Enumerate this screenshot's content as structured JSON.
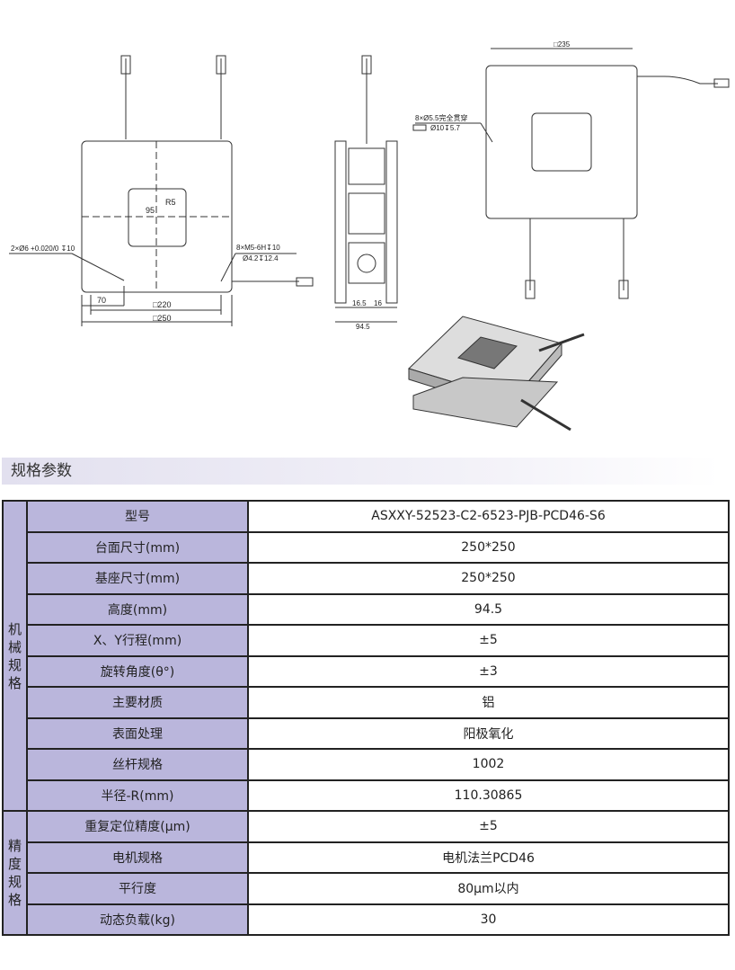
{
  "drawing": {
    "front": {
      "r5": "R5",
      "d95": "95",
      "hole_note": "2×Ø6 +0.020/0 ↧10",
      "thread_note1": "8×M5-6H↧10",
      "thread_note2": "Ø4.2↧12.4",
      "d70": "70",
      "d220": "□220",
      "d250": "□250"
    },
    "side": {
      "d16_5": "16.5",
      "d16": "16",
      "d94_5": "94.5"
    },
    "top": {
      "d235": "□235",
      "note1": "8×Ø5.5完全贯穿",
      "note2": "Ø10↧5.7"
    }
  },
  "section_title": "规格参数",
  "groups": [
    {
      "label": "机械规格"
    },
    {
      "label": "精度规格"
    }
  ],
  "rows": [
    {
      "label": "型号",
      "value": "ASXXY-52523-C2-6523-PJB-PCD46-S6"
    },
    {
      "label": "台面尺寸(mm)",
      "value": "250*250"
    },
    {
      "label": "基座尺寸(mm)",
      "value": "250*250"
    },
    {
      "label": "高度(mm)",
      "value": "94.5"
    },
    {
      "label": "X、Y行程(mm)",
      "value": "±5"
    },
    {
      "label": "旋转角度(θ°)",
      "value": "±3"
    },
    {
      "label": "主要材质",
      "value": "铝"
    },
    {
      "label": "表面处理",
      "value": "阳极氧化"
    },
    {
      "label": "丝杆规格",
      "value": "1002"
    },
    {
      "label": "半径-R(mm)",
      "value": "110.30865"
    },
    {
      "label": "重复定位精度(μm)",
      "value": "±5"
    },
    {
      "label": "电机规格",
      "value": "电机法兰PCD46"
    },
    {
      "label": "平行度",
      "value": "80μm以内"
    },
    {
      "label": "动态负载(kg)",
      "value": "30"
    }
  ]
}
